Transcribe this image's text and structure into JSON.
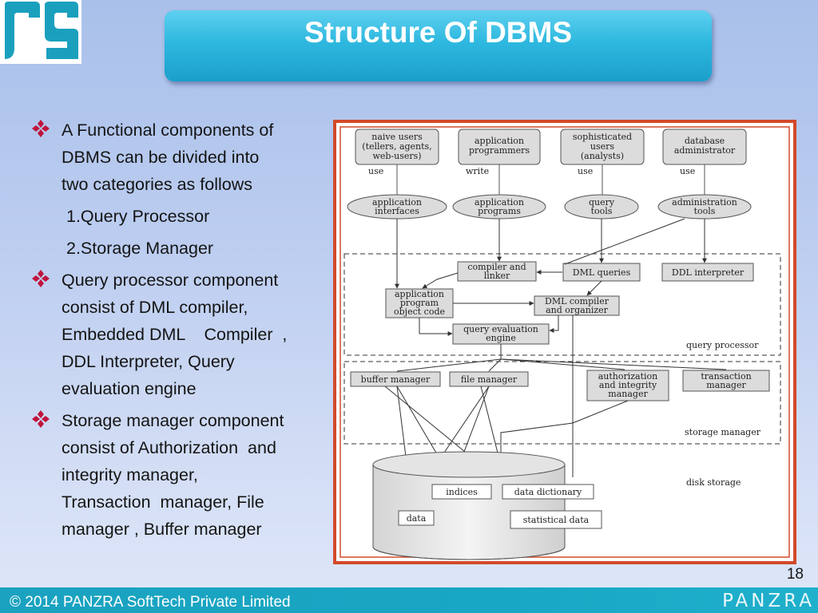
{
  "header": {
    "title": "Structure Of DBMS"
  },
  "bullets": {
    "item1_line1": "A Functional components of",
    "item1_line2": "DBMS can be divided into",
    "item1_line3": "two categories as follows",
    "sub1": "1.Query Processor",
    "sub2": "2.Storage Manager",
    "item2_line1": "Query processor component",
    "item2_line2": "consist of DML compiler,",
    "item2_line3": "Embedded DML    Compiler  ,",
    "item2_line4": "DDL Interpreter, Query",
    "item2_line5": "evaluation engine",
    "item3_line1": "Storage manager component",
    "item3_line2": "consist of Authorization  and",
    "item3_line3": "integrity manager,",
    "item3_line4": "Transaction  manager, File",
    "item3_line5": "manager , Buffer manager"
  },
  "diagram": {
    "users": {
      "naive_1": "naive users",
      "naive_2": "(tellers, agents,",
      "naive_3": "web-users)",
      "prog_1": "application",
      "prog_2": "programmers",
      "soph_1": "sophisticated",
      "soph_2": "users",
      "soph_3": "(analysts)",
      "dba_1": "database",
      "dba_2": "administrator"
    },
    "verbs": {
      "use1": "use",
      "write": "write",
      "use2": "use",
      "use3": "use"
    },
    "tools": {
      "app_if_1": "application",
      "app_if_2": "interfaces",
      "app_prog_1": "application",
      "app_prog_2": "programs",
      "query_1": "query",
      "query_2": "tools",
      "admin_1": "administration",
      "admin_2": "tools"
    },
    "qp": {
      "compiler_1": "compiler and",
      "compiler_2": "linker",
      "dml_queries": "DML queries",
      "ddl": "DDL interpreter",
      "apo_1": "application",
      "apo_2": "program",
      "apo_3": "object code",
      "dmlc_1": "DML compiler",
      "dmlc_2": "and organizer",
      "qee_1": "query evaluation",
      "qee_2": "engine",
      "label": "query processor"
    },
    "sm": {
      "buffer": "buffer manager",
      "file": "file manager",
      "auth_1": "authorization",
      "auth_2": "and integrity",
      "auth_3": "manager",
      "trans_1": "transaction",
      "trans_2": "manager",
      "label": "storage manager"
    },
    "disk": {
      "indices": "indices",
      "dict": "data dictionary",
      "data": "data",
      "stats": "statistical data",
      "label": "disk storage"
    }
  },
  "page_number": "18",
  "footer": {
    "copyright": "© 2014 PANZRA SoftTech Private Limited",
    "brand": "PANZRA"
  },
  "colors": {
    "title_bg": "#2eb8df",
    "bullet_mark": "#c0143c",
    "frame_border": "#d24a2a",
    "footer_bg": "#1aa2c0",
    "logo_teal": "#1aa0bd"
  }
}
